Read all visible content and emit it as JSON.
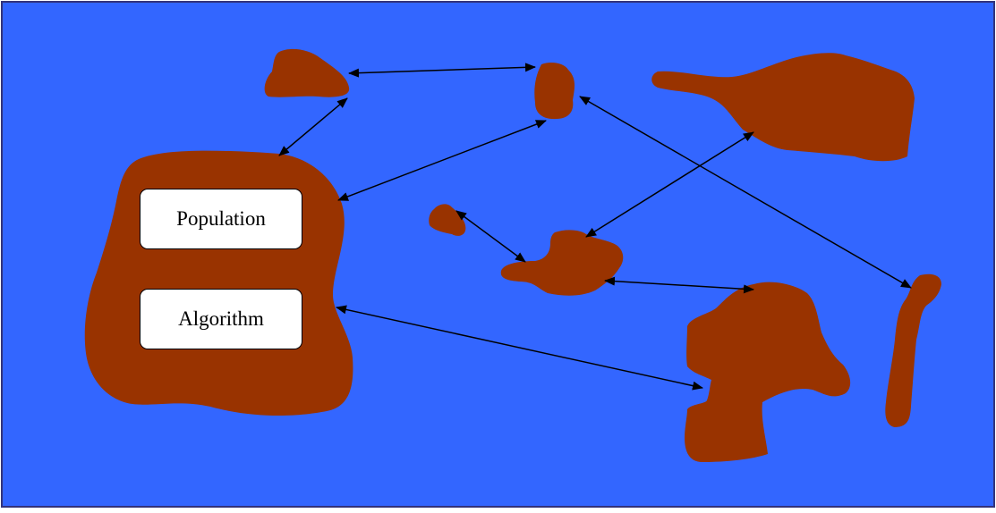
{
  "diagram": {
    "background_color": "#3366ff",
    "island_color": "#993300",
    "frame_color": "#33337a",
    "arrow_color": "#000000",
    "boxes": {
      "population": "Population",
      "algorithm": "Algorithm"
    },
    "arrow_style": "double-headed"
  }
}
